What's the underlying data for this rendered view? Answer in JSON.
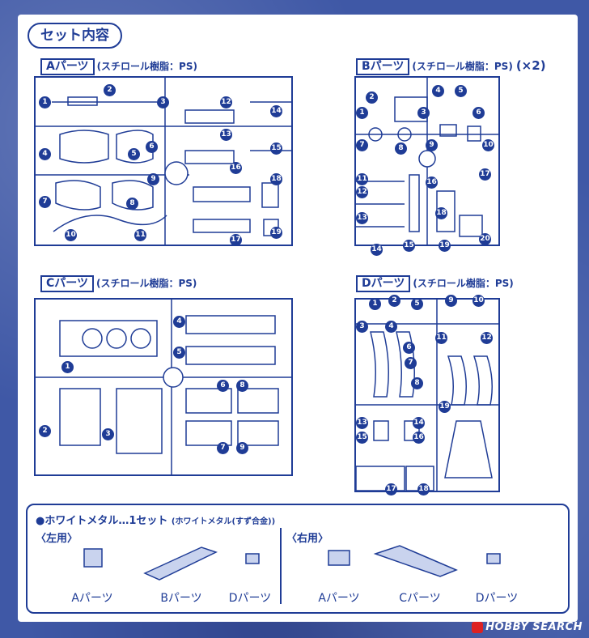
{
  "title": "セット内容",
  "sections": {
    "a": {
      "label": "Aパーツ",
      "material": "(スチロール樹脂：PS)"
    },
    "b": {
      "label": "Bパーツ",
      "material": "(スチロール樹脂：PS)",
      "multiplier": "(×2)"
    },
    "c": {
      "label": "Cパーツ",
      "material": "(スチロール樹脂：PS)"
    },
    "d": {
      "label": "Dパーツ",
      "material": "(スチロール樹脂：PS)"
    }
  },
  "part_numbers": {
    "n1": "1",
    "n2": "2",
    "n3": "3",
    "n4": "4",
    "n5": "5",
    "n6": "6",
    "n7": "7",
    "n8": "8",
    "n9": "9",
    "n10": "10",
    "n11": "11",
    "n12": "12",
    "n13": "13",
    "n14": "14",
    "n15": "15",
    "n16": "16",
    "n17": "17",
    "n18": "18",
    "n19": "19",
    "n20": "20"
  },
  "white_metal": {
    "title": "●ホワイトメタル…1セット",
    "material": "(ホワイトメタル(すず合金))",
    "left_label": "〈左用〉",
    "right_label": "〈右用〉",
    "left_parts": [
      "Aパーツ",
      "Bパーツ",
      "Dパーツ"
    ],
    "right_parts": [
      "Aパーツ",
      "Cパーツ",
      "Dパーツ"
    ]
  },
  "watermark": "HOBBY SEARCH",
  "colors": {
    "ink": "#1f3c96",
    "background": "#3f58a6",
    "paper": "#ffffff"
  }
}
